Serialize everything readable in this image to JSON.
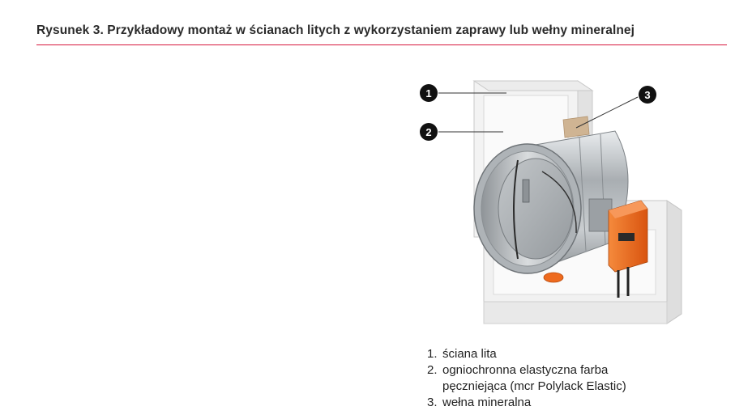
{
  "figure": {
    "title": "Rysunek 3. Przykładowy montaż w ścianach litych z wykorzystaniem zaprawy lub wełny mineralnej",
    "accent_color": "#d6163c",
    "callouts": [
      "1",
      "2",
      "3"
    ],
    "legend": [
      {
        "num": "1.",
        "text": "ściana lita"
      },
      {
        "num": "2.",
        "text": "ogniochronna elastyczna farba\npęczniejąca (mcr Polylack Elastic)"
      },
      {
        "num": "3.",
        "text": "wełna mineralna"
      }
    ],
    "colors": {
      "wall": "#f2f2f2",
      "damper_metal": "#b7bcc0",
      "actuator": "#ee6a1e",
      "mineral_wool": "#cfb493",
      "callout_fill": "#111111"
    }
  }
}
